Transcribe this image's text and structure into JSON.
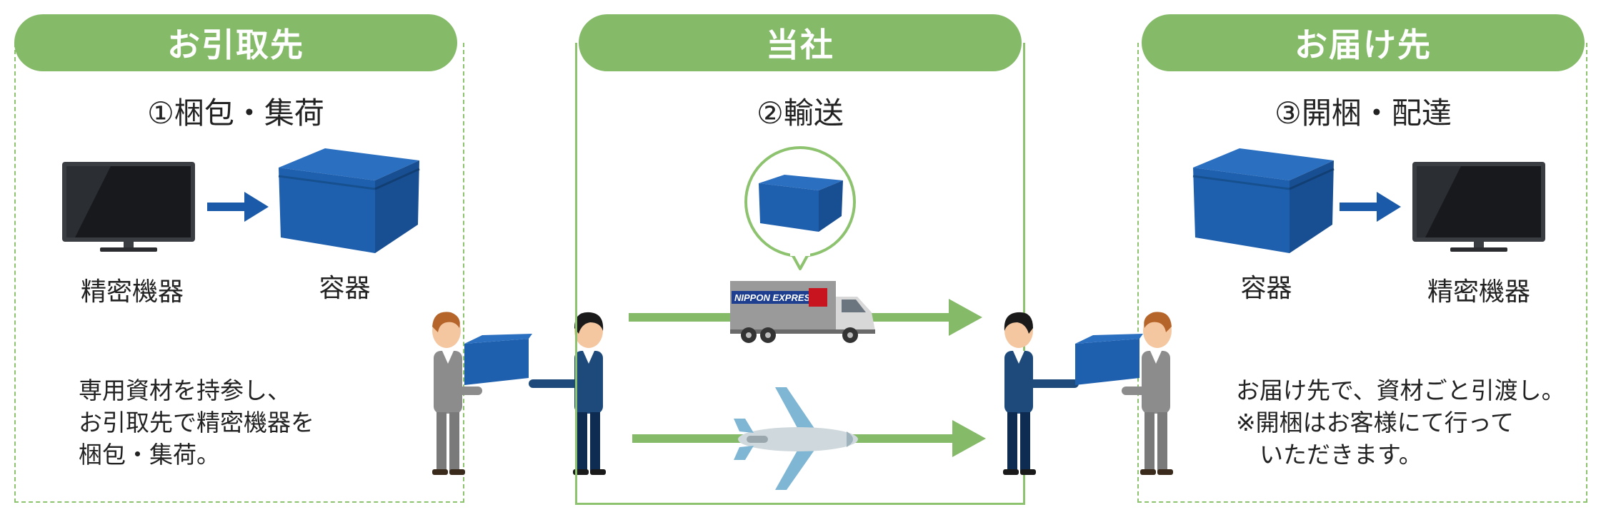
{
  "panels": {
    "left": {
      "title": "お引取先",
      "step": "①梱包・集荷",
      "item_from": "精密機器",
      "item_to": "容器",
      "desc": "専用資材を持参し、\nお引取先で精密機器を\n梱包・集荷。"
    },
    "center": {
      "title": "当社",
      "step": "②輸送"
    },
    "right": {
      "title": "お届け先",
      "step": "③開梱・配達",
      "item_from": "容器",
      "item_to": "精密機器",
      "desc": "お届け先で、資材ごと引渡し。\n※開梱はお客様にて行って\n　いただきます。"
    }
  },
  "truck": {
    "logo_text": "NIPPON EXPRESS"
  },
  "colors": {
    "green": "#85ba69",
    "line_green": "#8dc26f",
    "box_blue": "#1e5fae",
    "arrow_blue": "#1a5aa8"
  }
}
